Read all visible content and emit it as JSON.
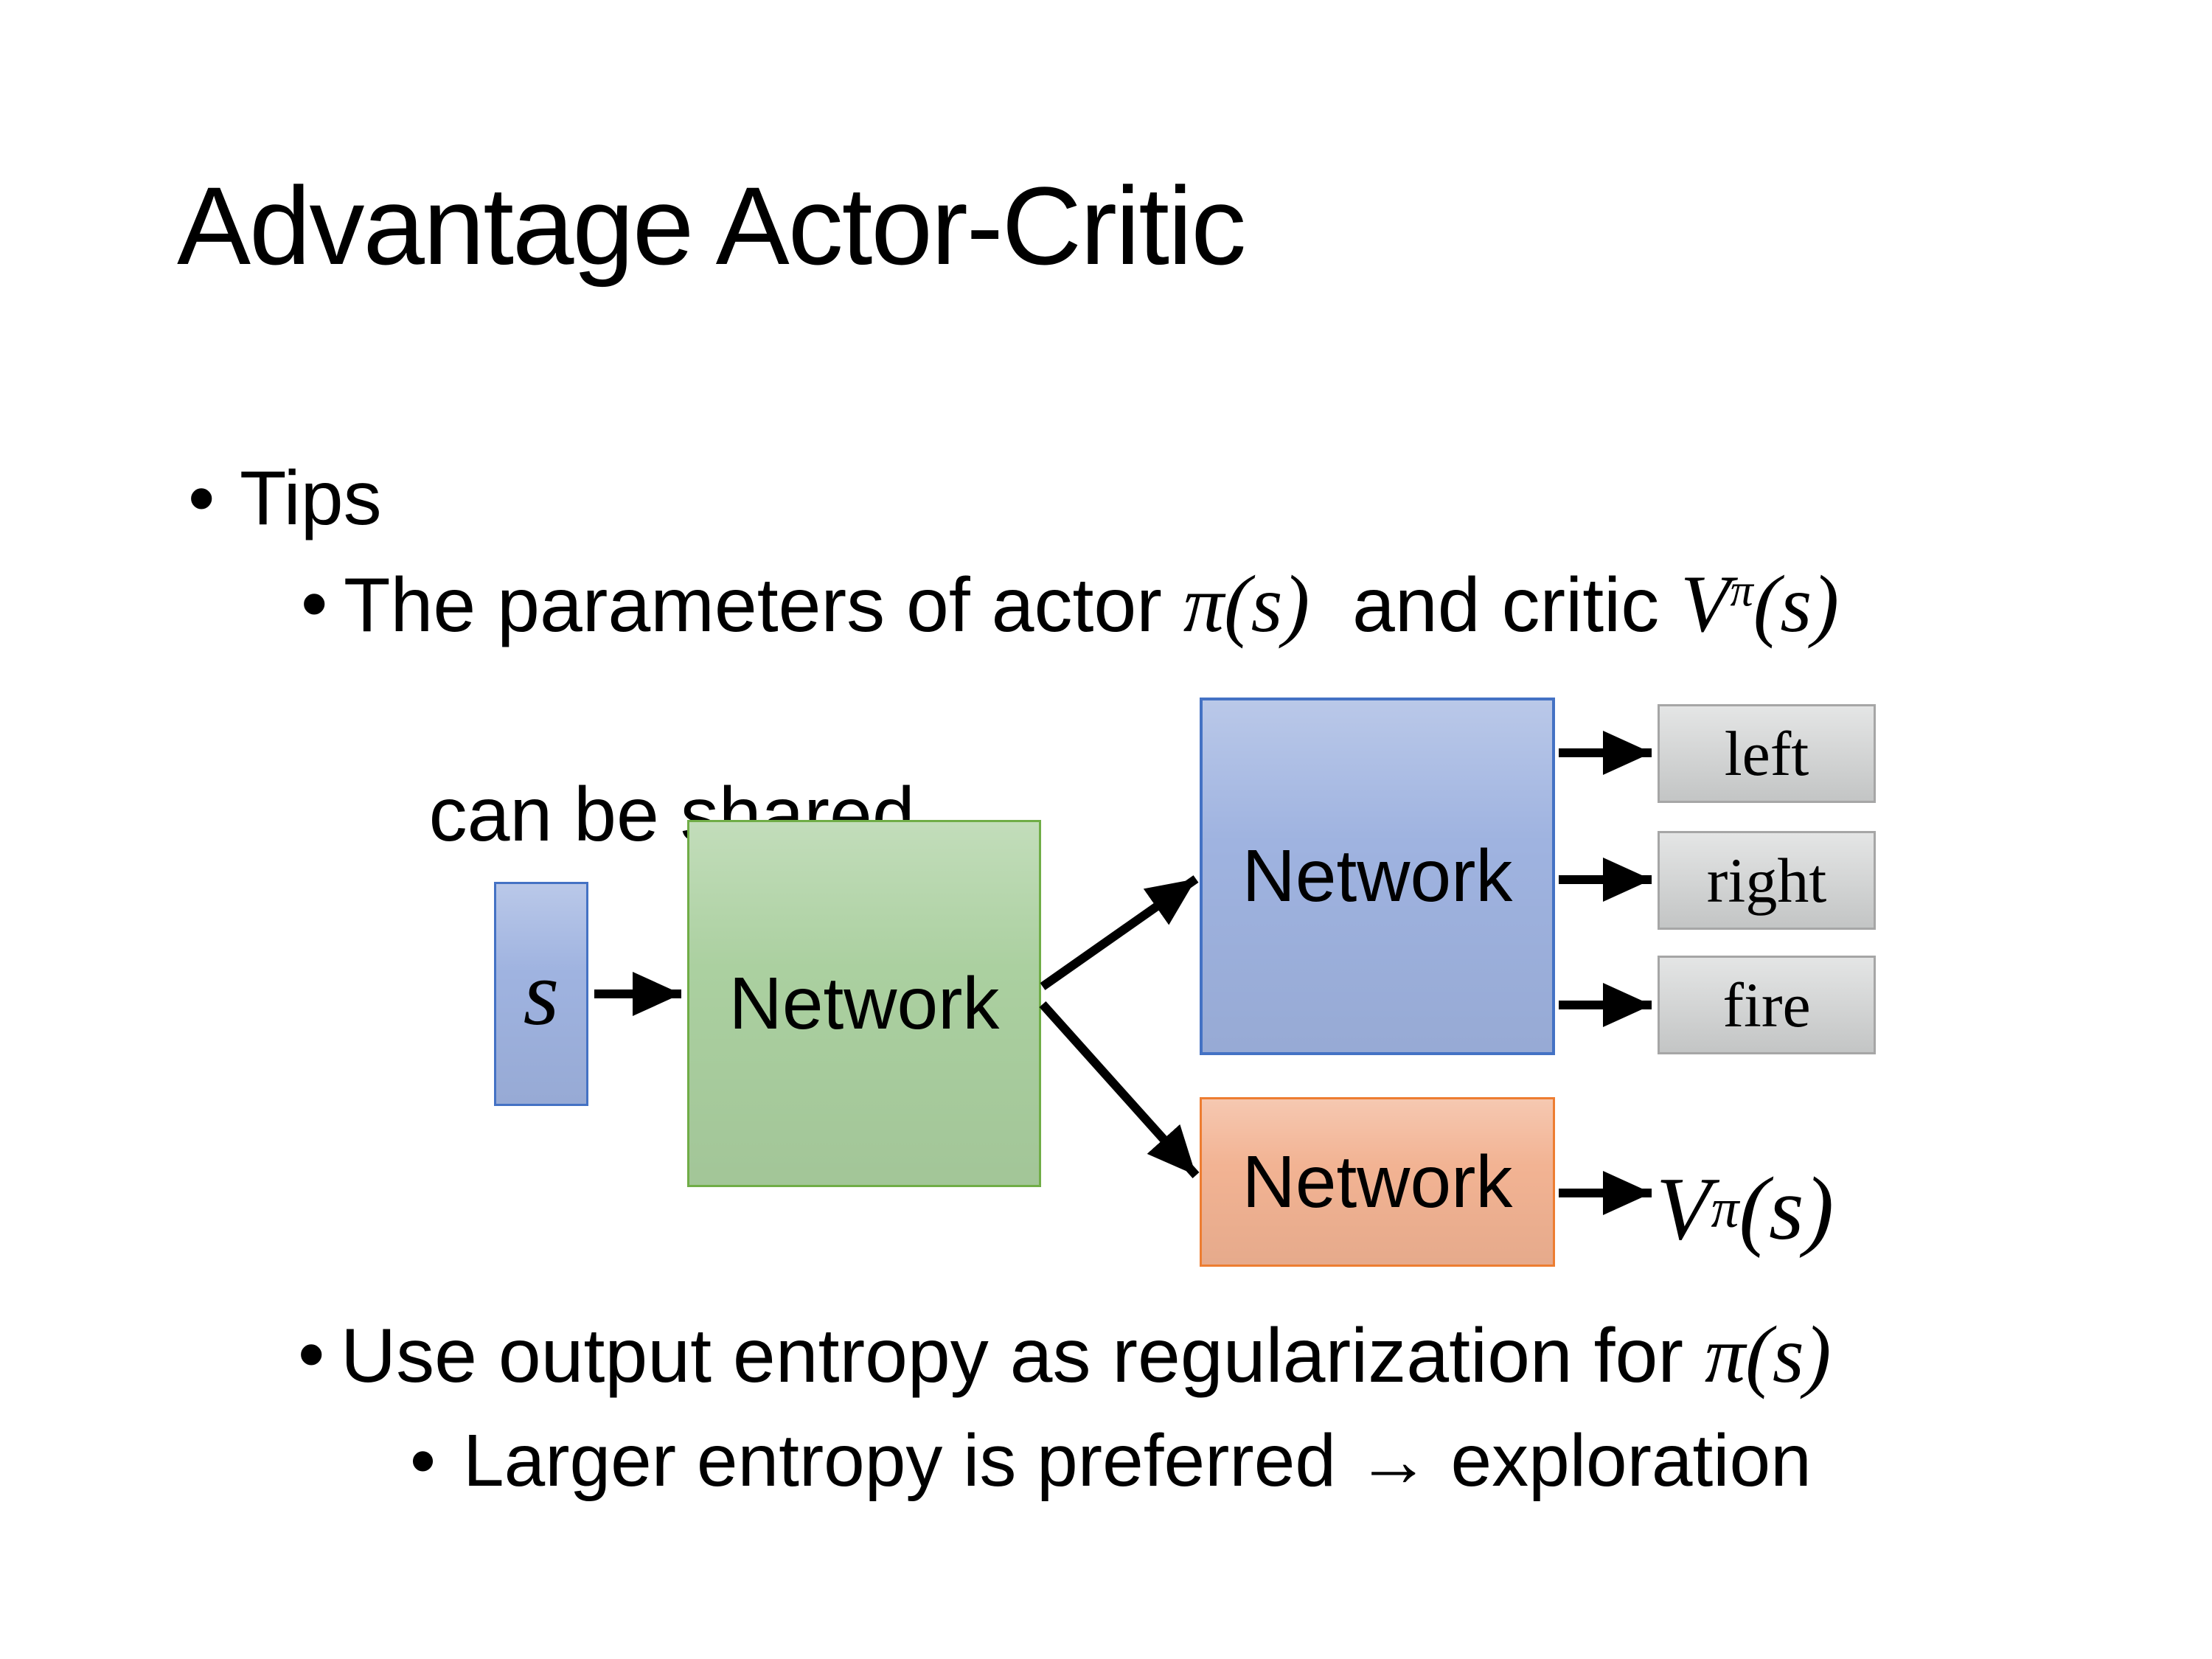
{
  "slide": {
    "title": "Advantage Actor-Critic",
    "bullet_char": "•"
  },
  "bullets": {
    "tips": "Tips",
    "params_line1": {
      "pre": "The parameters of actor ",
      "actor_math": "π(s)",
      "mid": "  and critic ",
      "critic_base": "V",
      "critic_sup": "π",
      "critic_args": "(s)"
    },
    "params_line2": "can be shared",
    "entropy": {
      "pre": "Use output entropy as regularization for ",
      "math": "π(s)"
    },
    "exploration": "Larger entropy is preferred → exploration"
  },
  "diagram": {
    "state_label": "s",
    "shared_network": "Network",
    "actor_network": "Network",
    "critic_network": "Network",
    "actions": [
      "left",
      "right",
      "fire"
    ],
    "value_base": "V",
    "value_sup": "π",
    "value_args": "(s)"
  },
  "colors": {
    "background": "#FFFFFF",
    "text": "#000000",
    "arrow": "#000000",
    "state-fill": "#9FB3E0",
    "state-border": "#4472C4",
    "shared-fill": "#ABD0A0",
    "shared-border": "#70AD47",
    "actor-fill": "#9FB3E0",
    "actor-border": "#4472C4",
    "critic-fill": "#F2B393",
    "critic-border": "#ED7D31",
    "action-fill": "#D2D4D4",
    "action-border": "#A6A6A6"
  }
}
